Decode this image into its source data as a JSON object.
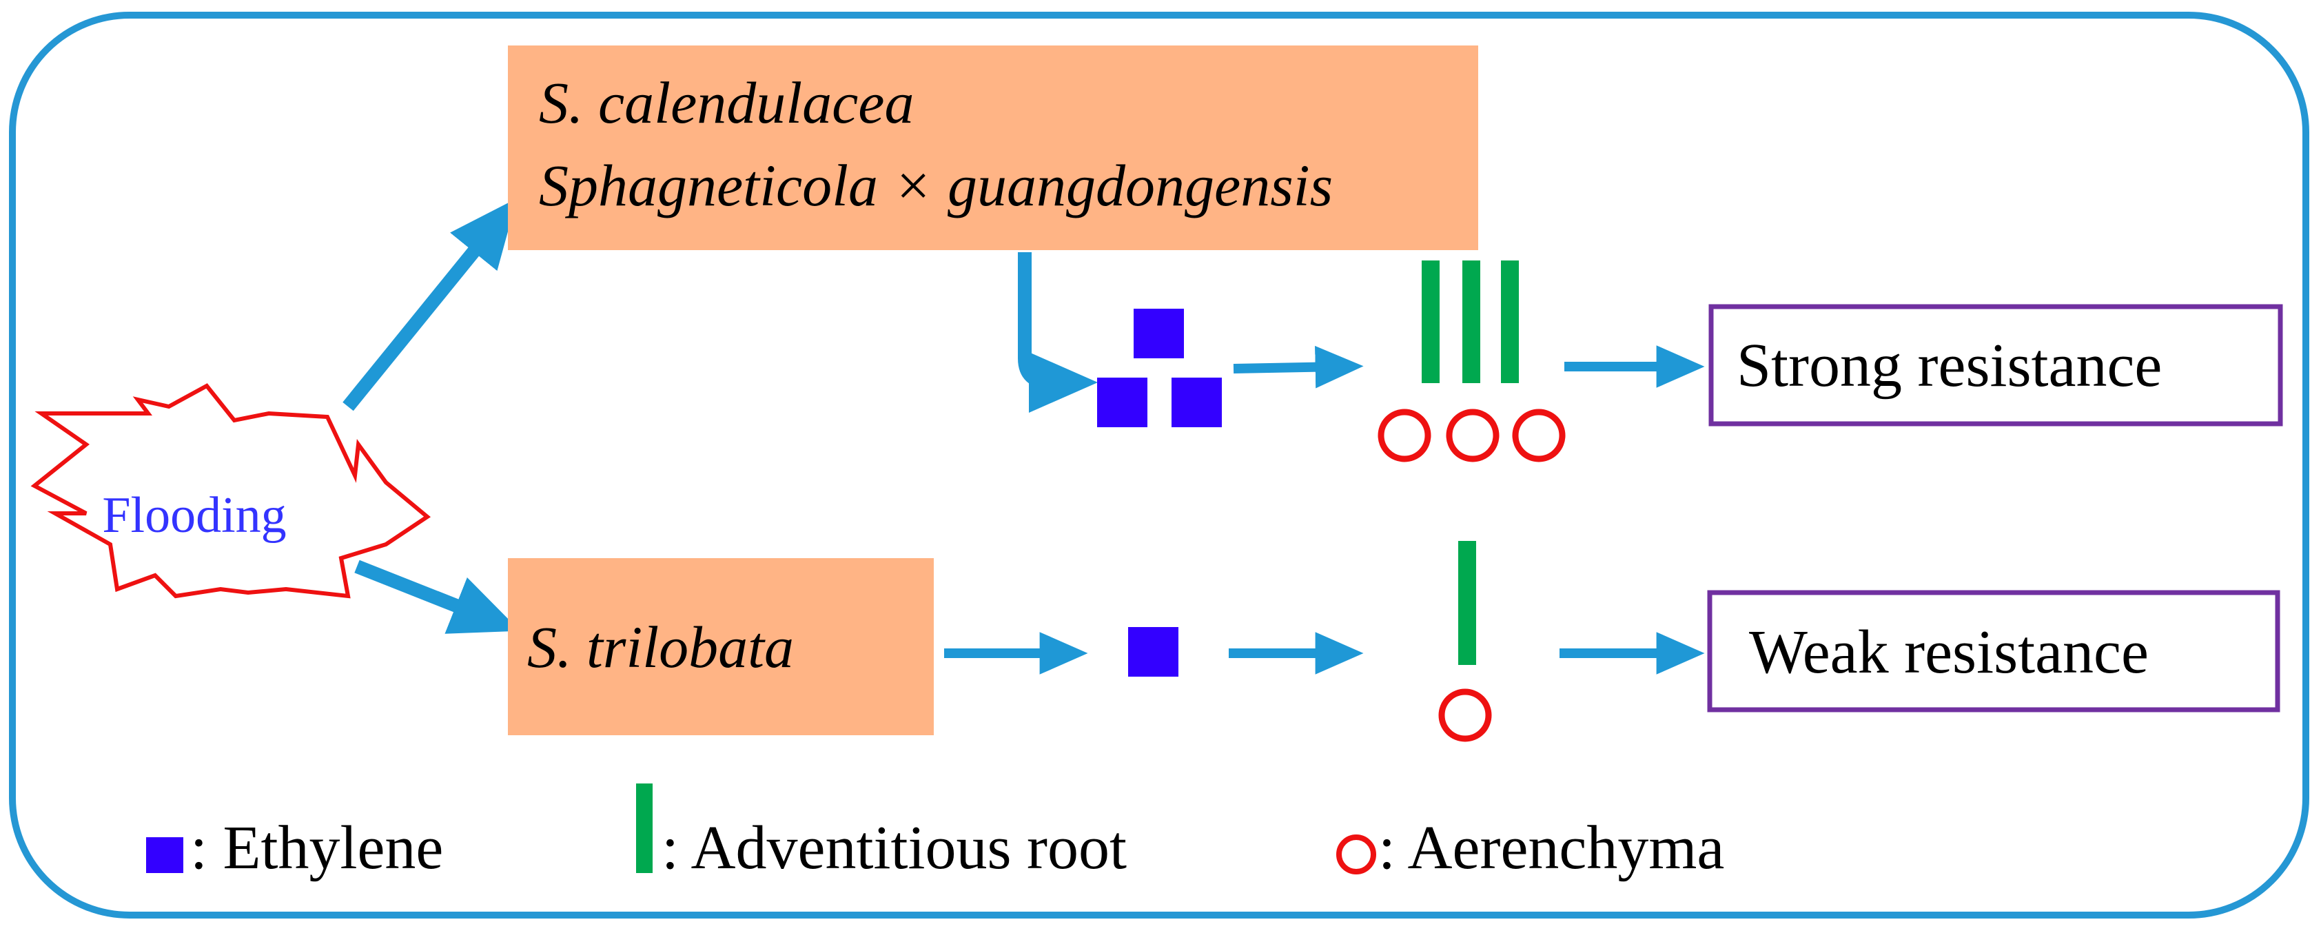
{
  "flooding": {
    "label": "Flooding"
  },
  "species_top": {
    "line1": "S. calendulacea",
    "line2": "Sphagneticola × guangdongensis"
  },
  "species_bottom": {
    "label": "S. trilobata"
  },
  "outcomes": {
    "strong": "Strong resistance",
    "weak": "Weak resistance"
  },
  "legend": {
    "ethylene": ": Ethylene",
    "adventitious_root": ": Adventitious root",
    "aerenchyma": ": Aerenchyma"
  },
  "colors": {
    "frame": "#2597d4",
    "arrow": "#1f98d6",
    "species_box": "#ffb485",
    "ethylene": "#3300ff",
    "root": "#00a84f",
    "aerenchyma": "#ee1111",
    "outcome_border": "#7030a0",
    "flood_star": "#ee1111",
    "flood_text": "#3333ff"
  }
}
